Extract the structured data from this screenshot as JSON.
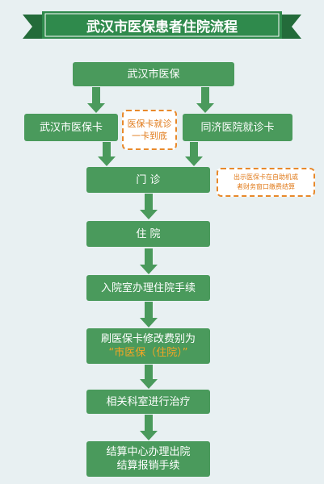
{
  "title": "武汉市医保患者住院流程",
  "nodes": {
    "wuhan_yibao": "武汉市医保",
    "yibao_card": "武汉市医保卡",
    "tongji_card": "同济医院就诊卡",
    "menzhen": "门  诊",
    "zhuyuan": "住  院",
    "ruyuan": "入院室办理住院手续",
    "shua_line1": "刷医保卡修改费别为",
    "shua_line2": "“市医保（住院）”",
    "keshi": "相关科室进行治疗",
    "jiesuan_line1": "结算中心办理出院",
    "jiesuan_line2": "结算报销手续"
  },
  "notes": {
    "card_line1": "医保卡就诊",
    "card_line2": "一卡到底",
    "self_line1": "出示医保卡在自助机或",
    "self_line2": "者财务窗口缴费结算"
  },
  "colors": {
    "box": "#4a9a5c",
    "arrow": "#4a9a5c",
    "banner": "#2f8a4c",
    "note_border": "#e8892b",
    "note_text": "#e07a1a",
    "highlight": "#f5a623"
  }
}
